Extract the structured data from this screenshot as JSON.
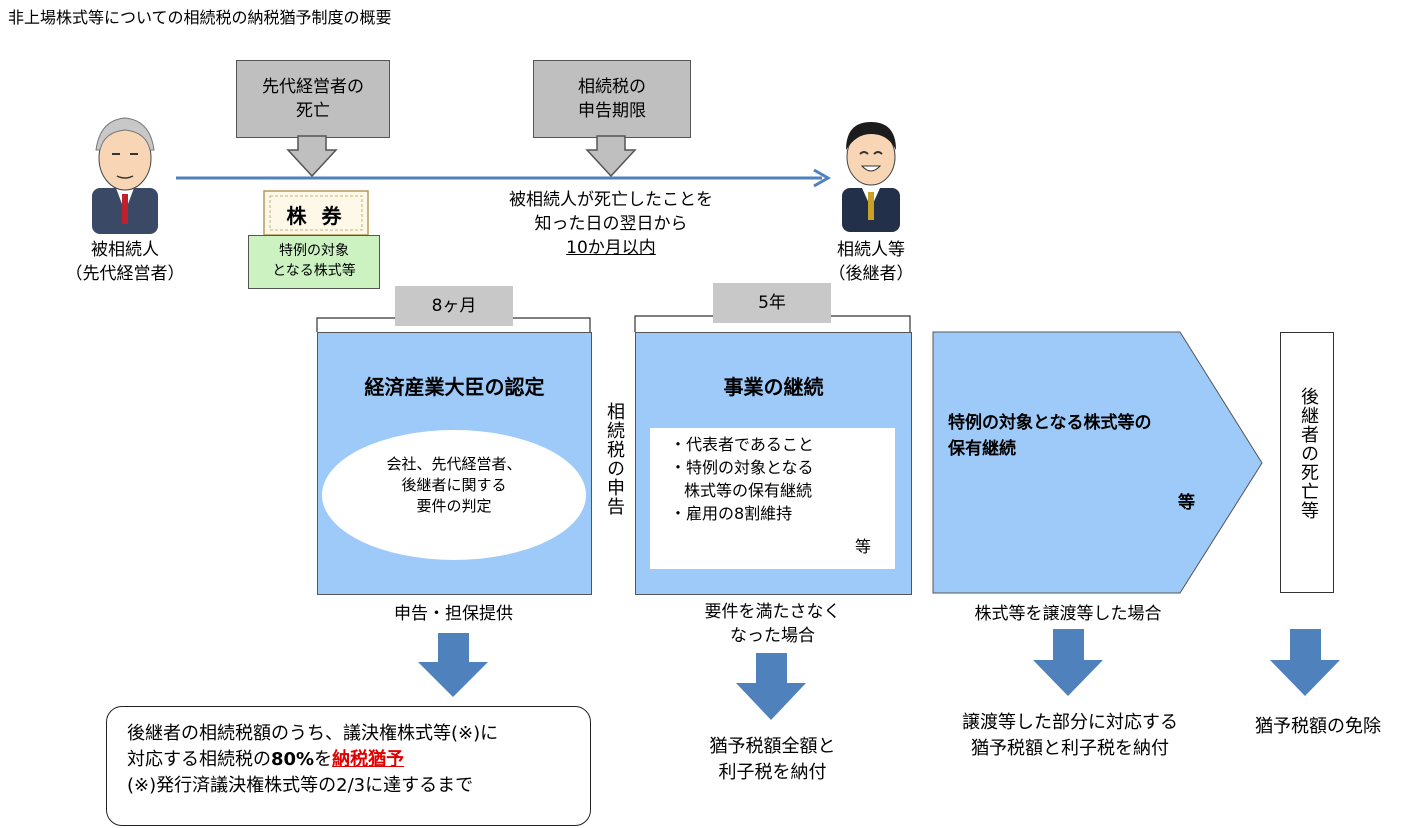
{
  "title": "非上場株式等についての相続税の納税猶予制度の概要",
  "timeline": {
    "death_label_l1": "先代経営者の",
    "death_label_l2": "死亡",
    "deadline_label_l1": "相続税の",
    "deadline_label_l2": "申告期限",
    "period_l1": "被相続人が死亡したことを",
    "period_l2": "知った日の翌日から",
    "period_l3": "10か月以内",
    "decedent_l1": "被相続人",
    "decedent_l2": "（先代経営者）",
    "heir_l1": "相続人等",
    "heir_l2": "（後継者）",
    "stock_certificate": "株 券",
    "stock_label_l1": "特例の対象",
    "stock_label_l2": "となる株式等"
  },
  "phases": {
    "p1_duration": "8ヶ月",
    "p1_title": "経済産業大臣の認定",
    "p1_oval_l1": "会社、先代経営者、",
    "p1_oval_l2": "後継者に関する",
    "p1_oval_l3": "要件の判定",
    "p1_below": "申告・担保提供",
    "vertical_label": "相続税の申告",
    "p2_duration": "5年",
    "p2_title": "事業の継続",
    "p2_item1": "・代表者であること",
    "p2_item2": "・特例の対象となる",
    "p2_item3": "株式等の保有継続",
    "p2_item4": "・雇用の8割維持",
    "p2_etc": "等",
    "p2_below_l1": "要件を満たさなく",
    "p2_below_l2": "なった場合",
    "p3_title_l1": "特例の対象となる株式等の",
    "p3_title_l2": "保有継続",
    "p3_etc": "等",
    "p3_below": "株式等を譲渡等した場合",
    "p4_vertical": "後継者の死亡等"
  },
  "results": {
    "r1_l1": "後継者の相続税額のうち、議決権株式等(※)に",
    "r1_l2a": "対応する相続税の",
    "r1_l2b": "80%",
    "r1_l2c": "を",
    "r1_l2d": "納税猶予",
    "r1_l3": "(※)発行済議決権株式等の2/3に達するまで",
    "r2_l1": "猶予税額全額と",
    "r2_l2": "利子税を納付",
    "r3_l1": "譲渡等した部分に対応する",
    "r3_l2": "猶予税額と利子税を納付",
    "r4": "猶予税額の免除"
  },
  "colors": {
    "phase_fill": "#9dcaf8",
    "arrow_blue": "#4f81bd",
    "gray_label": "#c8c8c8",
    "stock_green": "#ccf2c2",
    "emphasis_red": "#e00000"
  }
}
